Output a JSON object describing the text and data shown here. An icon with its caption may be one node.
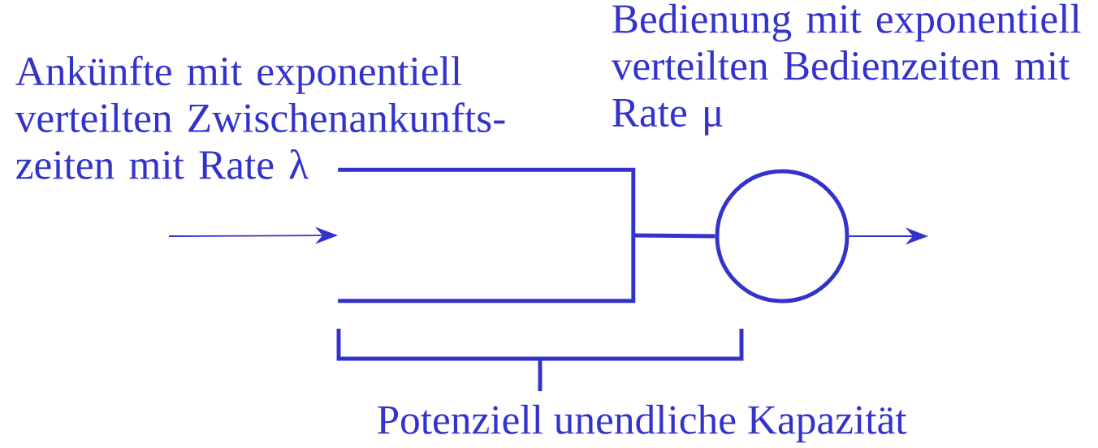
{
  "diagram": {
    "nodes": [
      {
        "text": [],
        "shape": "box"
      },
      {
        "text": [],
        "shape": "circle"
      }
    ],
    "edges": [
      {
        "from": null,
        "to": 0,
        "arrow": "to"
      },
      {
        "from": 0,
        "to": 1,
        "arrow": "none",
        "style": "thick"
      },
      {
        "from": 1,
        "to": null,
        "arrow": "to"
      }
    ],
    "labels": [
      "Ankünfte mit exponentiell verteilten Zwischenankunfts- zeiten mit Rate λ",
      "Bedienung mit exponentiell verteilten Bedienzeiten mit Rate μ",
      "Potenziell unendliche Kapazität"
    ]
  }
}
